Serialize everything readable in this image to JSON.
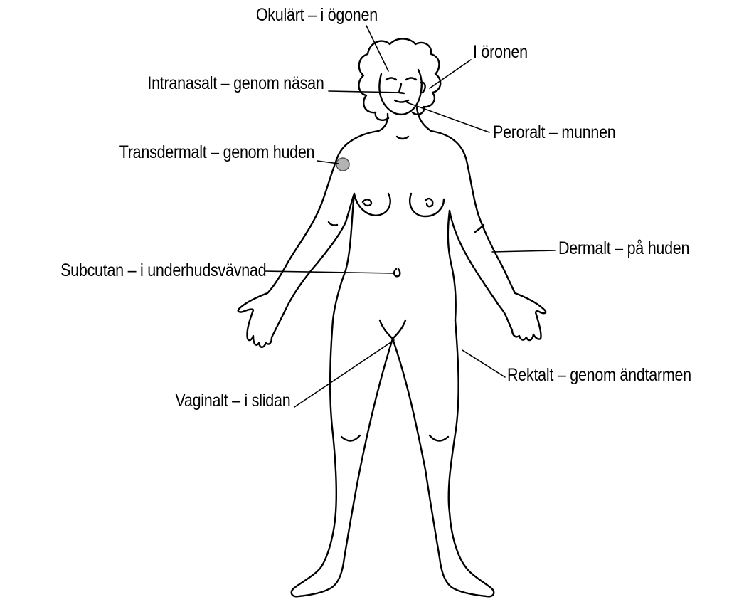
{
  "labels": {
    "okulart": "Okulärt – i ögonen",
    "oronen": "I öronen",
    "intranasalt": "Intranasalt – genom näsan",
    "peroralt": "Peroralt – munnen",
    "transdermalt": "Transdermalt – genom huden",
    "dermalt": "Dermalt – på huden",
    "subcutan": "Subcutan – i underhudsvävnad",
    "rektalt": "Rektalt – genom ändtarmen",
    "vaginalt": "Vaginalt – i slidan"
  },
  "colors": {
    "line": "#000000",
    "background": "#ffffff",
    "patch": "#b3b3b3"
  }
}
